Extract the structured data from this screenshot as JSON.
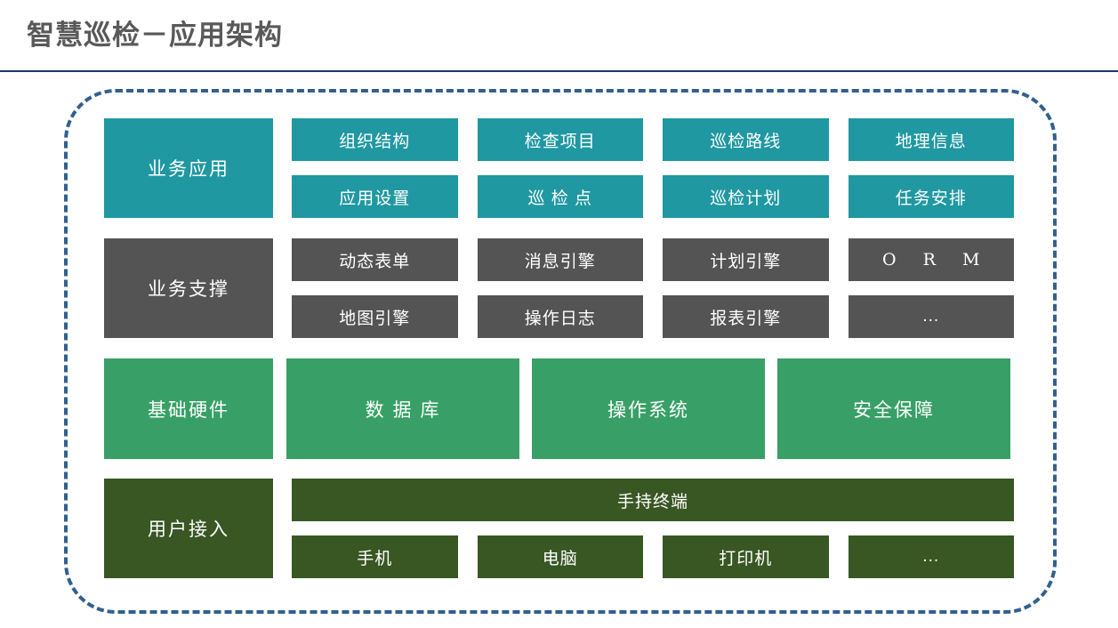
{
  "page": {
    "title": "智慧巡检－应用架构"
  },
  "colors": {
    "teal": "#2098A2",
    "gray": "#545454",
    "green": "#38A066",
    "dark_green": "#385723",
    "frame_border": "#31608F",
    "title_color": "#595959",
    "rule_color": "#1F3864"
  },
  "architecture": {
    "layers": [
      {
        "name": "业务应用",
        "color": "#2098A2",
        "cells": [
          "组织结构",
          "检查项目",
          "巡检路线",
          "地理信息",
          "应用设置",
          "巡 检 点",
          "巡检计划",
          "任务安排"
        ]
      },
      {
        "name": "业务支撑",
        "color": "#545454",
        "cells": [
          "动态表单",
          "消息引擎",
          "计划引擎",
          "O R M",
          "地图引擎",
          "操作日志",
          "报表引擎",
          "..."
        ]
      },
      {
        "name": "基础硬件",
        "color": "#38A066",
        "cells": [
          "数 据 库",
          "操作系统",
          "安全保障"
        ]
      },
      {
        "name": "用户接入",
        "color": "#385723",
        "wide_cell": "手持终端",
        "cells": [
          "手机",
          "电脑",
          "打印机",
          "..."
        ]
      }
    ]
  }
}
